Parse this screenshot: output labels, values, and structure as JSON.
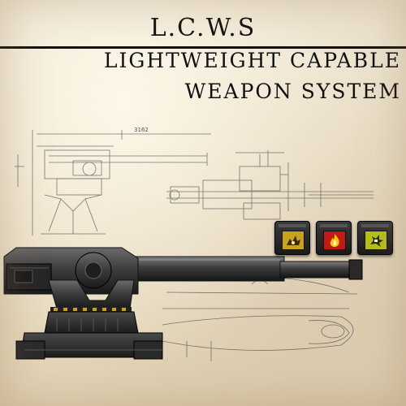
{
  "header": {
    "title": "L.C.W.S",
    "subtitle_line1": "LIGHTWEIGHT CAPABLE",
    "subtitle_line2": "WEAPON SYSTEM"
  },
  "blueprint": {
    "dimension_label": "3162"
  },
  "ammo_slots": [
    {
      "name": "explosive",
      "color": "#c9a21c",
      "icon": "explosion-icon"
    },
    {
      "name": "incendiary",
      "color": "#c41a14",
      "icon": "fire-icon"
    },
    {
      "name": "special",
      "color": "#b8c01a",
      "icon": "burst-icon"
    }
  ]
}
